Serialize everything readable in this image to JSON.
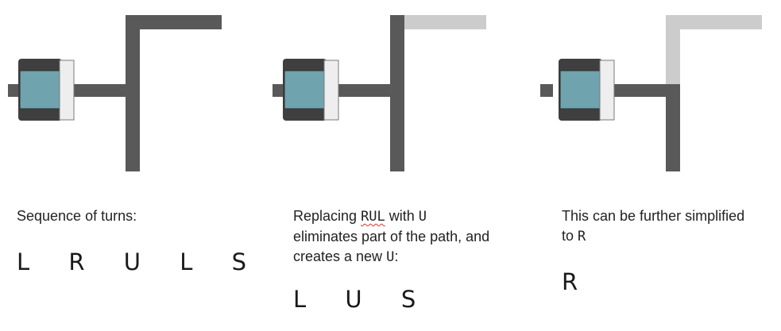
{
  "colors": {
    "path_dark": "#595959",
    "path_faded": "#cccccc",
    "robot_body": "#6fa3ad",
    "robot_frame": "#3f3f3f",
    "robot_front": "#eeeeee"
  },
  "panels": [
    {
      "caption_text": "Sequence of turns:",
      "sequence": "L R U L S"
    },
    {
      "caption_prefix": "Replacing ",
      "caption_code1": "RUL",
      "caption_mid": " with ",
      "caption_code2": "U",
      "caption_line2": "eliminates part of the path, and",
      "caption_line3_prefix": "creates a new ",
      "caption_code3": "U",
      "caption_line3_suffix": ":",
      "sequence": "L U S"
    },
    {
      "caption_line1": "This can be further simplified",
      "caption_line2_prefix": "to ",
      "caption_code": "R",
      "sequence": "R"
    }
  ]
}
